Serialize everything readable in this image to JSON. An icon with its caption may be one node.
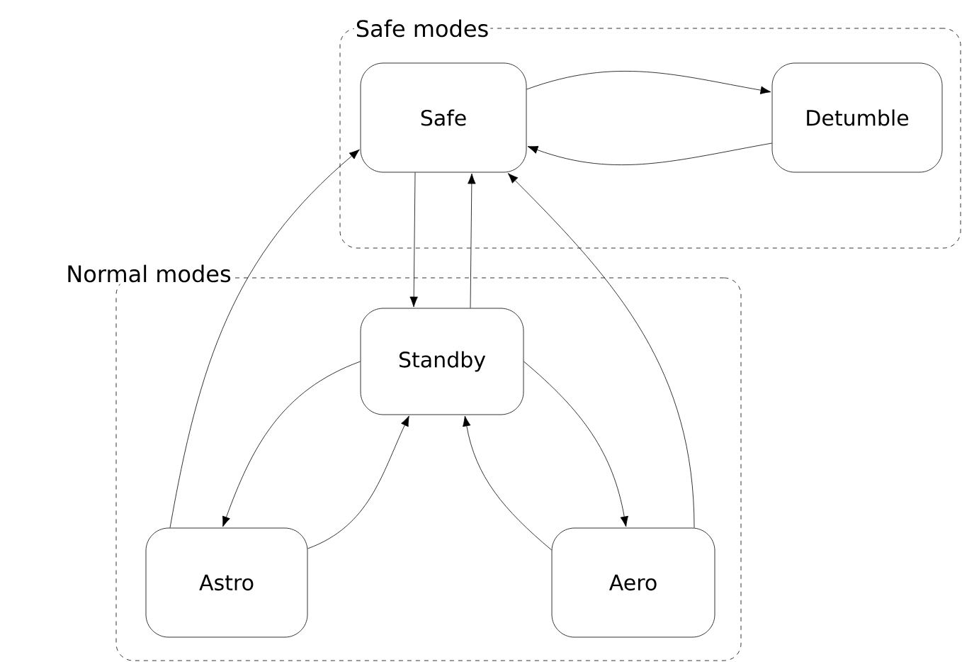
{
  "diagram": {
    "nodes": [
      {
        "text": [
          "Safe modes"
        ]
      },
      {
        "text": [
          "Safe"
        ],
        "in": 0
      },
      {
        "text": [
          "Detumble"
        ],
        "in": 0
      },
      {
        "text": [
          "Normal modes"
        ]
      },
      {
        "text": [
          "Standby"
        ],
        "in": 3
      },
      {
        "text": [
          "Astro"
        ],
        "in": 3
      },
      {
        "text": [
          "Aero"
        ],
        "in": 3
      }
    ],
    "edges": [
      {
        "from": 1,
        "to": 2,
        "arrow": "to"
      },
      {
        "from": 2,
        "to": 1,
        "arrow": "to"
      },
      {
        "from": 1,
        "to": 4,
        "arrow": "to"
      },
      {
        "from": 4,
        "to": 1,
        "arrow": "to"
      },
      {
        "from": 4,
        "to": 5,
        "arrow": "to"
      },
      {
        "from": 5,
        "to": 4,
        "arrow": "to"
      },
      {
        "from": 4,
        "to": 6,
        "arrow": "to"
      },
      {
        "from": 6,
        "to": 4,
        "arrow": "to"
      },
      {
        "from": 5,
        "to": 1,
        "arrow": "to"
      },
      {
        "from": 6,
        "to": 1,
        "arrow": "to"
      }
    ]
  }
}
